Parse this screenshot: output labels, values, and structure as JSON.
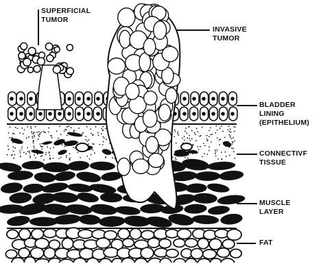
{
  "labels": {
    "superficial_tumor": "SUPERFICIAL\nTUMOR",
    "invasive_tumor": "INVASIVE\nTUMOR",
    "bladder_lining": "BLADDER\nLINING\n(EPITHELIUM)",
    "connective_tissue": "CONNECTIVF\nTISSUE",
    "muscle_layer": "MUSCLE\nLAYER",
    "fat": "FAT"
  }
}
